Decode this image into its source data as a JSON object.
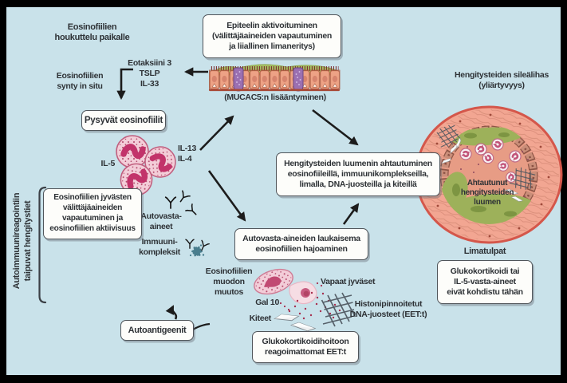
{
  "palette": {
    "background": "#c9e2ea",
    "frame": "#000000",
    "box_fill": "#fdfdfa",
    "box_border": "#50555a",
    "text": "#2e3236",
    "arrow": "#1c1c1c",
    "eosinophil_fill": "#f3cdd8",
    "eosinophil_outline": "#c05e7e",
    "eosinophil_nucleus": "#c2336a",
    "granule_red": "#a62e4e",
    "epithelium_cell": "#eda285",
    "goblet_purple": "#9b70b1",
    "mucus_green": "#9db15a",
    "muscle_salmon": "#f2a692",
    "muscle_edge": "#d4574b",
    "lumen_salmon": "#e79c85",
    "crystal_white": "#eef0f1",
    "dna_net_slate": "#4d565f",
    "immune_complex_teal": "#4a7e8e"
  },
  "labels": {
    "recruitment": {
      "l1": "Eosinofiilien",
      "l2": "houkuttelu paikalle"
    },
    "eotaxin": {
      "l1": "Eotaksiini 3",
      "l2": "TSLP",
      "l3": "IL-33"
    },
    "in_situ": {
      "l1": "Eosinofiilien",
      "l2": "synty in situ"
    },
    "il5": "IL-5",
    "il13_il4": {
      "l1": "IL-13",
      "l2": "IL-4"
    },
    "mucac": "(MUCAC5:n lisääntyminen)",
    "smooth_muscle": {
      "l1": "Hengitysteiden sileälihas",
      "l2": "(yliärtyvyys)"
    },
    "autoantibodies": {
      "l1": "Autovasta-",
      "l2": "aineet"
    },
    "immune_complexes": {
      "l1": "Immuuni-",
      "l2": "kompleksit"
    },
    "shape_change": {
      "l1": "Eosinofiilien",
      "l2": "muodon",
      "l3": "muutos"
    },
    "gal10": "Gal 10",
    "crystals": "Kiteet",
    "free_granules": "Vapaat jyväset",
    "dna_strands": {
      "l1": "Histonipinnoitetut",
      "l2": "DNA-juosteet (EET:t)"
    },
    "mucus_plugs": "Limatulpat",
    "narrowed_lumen": {
      "l1": "Ahtautunut",
      "l2": "hengitysteiden",
      "l3": "luumen"
    },
    "vertical_axis": {
      "l1": "Autoimmuunireagointiin",
      "l2": "taipuvat hengitystiet"
    }
  },
  "boxes": {
    "epithelium_activation": {
      "l1": "Epiteelin aktivoituminen",
      "l2": "(välittäjäaineiden vapautuminen",
      "l3": "ja liiallinen limaneritys)"
    },
    "persistent_eosinophils": {
      "l1": "Pysyvät eosinofiilit"
    },
    "granule_release": {
      "l1": "Eosinofiilien jyvästen",
      "l2": "välittäjäaineiden",
      "l3": "vapautuminen ja",
      "l4": "eosinofiilien aktiivisuus"
    },
    "lumen_obstruction": {
      "l1": "Hengitysteiden luumenin ahtautuminen",
      "l2": "eosinofiileillä, immuunikomplekseilla,",
      "l3": "limalla, DNA-juosteilla ja kiteillä"
    },
    "autoantibody_lysis": {
      "l1": "Autovasta-aineiden laukaisema",
      "l2": "eosinofiilien hajoaminen"
    },
    "autoantigens": {
      "l1": "Autoantigeenit"
    },
    "steroid_resistant_eets": {
      "l1": "Glukokortikoidihoitoon",
      "l2": "reagoimattomat EET:t"
    },
    "treatment_gap": {
      "l1": "Glukokortikoidi tai",
      "l2": "IL-5-vasta-aineet",
      "l3": "eivät kohdistu tähän"
    }
  }
}
